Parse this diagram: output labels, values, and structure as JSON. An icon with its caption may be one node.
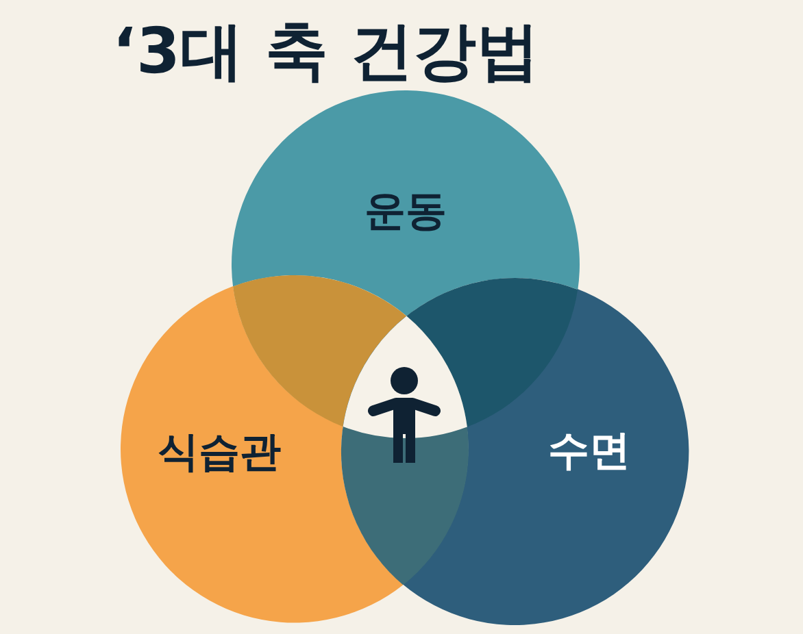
{
  "diagram": {
    "title": "‘3대 축 건강법",
    "nodes": [
      {
        "text": [
          "운동"
        ]
      },
      {
        "text": [
          "식습관"
        ]
      },
      {
        "text": [
          "수면"
        ]
      }
    ]
  }
}
